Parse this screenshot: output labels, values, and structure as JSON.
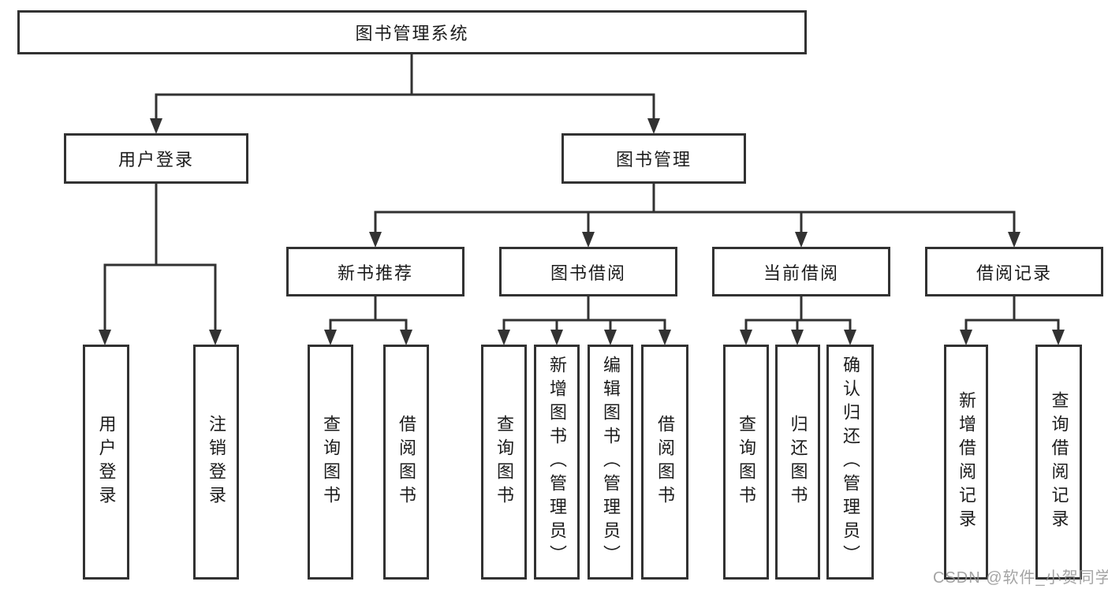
{
  "tree": {
    "root": {
      "label": "图书管理系统"
    },
    "branches": [
      {
        "label": "用户登录",
        "children": [
          {
            "label": "用户登录"
          },
          {
            "label": "注销登录"
          }
        ]
      },
      {
        "label": "图书管理",
        "children": [
          {
            "label": "新书推荐",
            "children": [
              {
                "label": "查询图书"
              },
              {
                "label": "借阅图书"
              }
            ]
          },
          {
            "label": "图书借阅",
            "children": [
              {
                "label": "查询图书"
              },
              {
                "label": "新增图书（管理员）"
              },
              {
                "label": "编辑图书（管理员）"
              },
              {
                "label": "借阅图书"
              }
            ]
          },
          {
            "label": "当前借阅",
            "children": [
              {
                "label": "查询图书"
              },
              {
                "label": "归还图书"
              },
              {
                "label": "确认归还（管理员）"
              }
            ]
          },
          {
            "label": "借阅记录",
            "children": [
              {
                "label": "新增借阅记录"
              },
              {
                "label": "查询借阅记录"
              }
            ]
          }
        ]
      }
    ]
  },
  "watermark": {
    "text": "CSDN @软件_小贺同学"
  },
  "colors": {
    "line": "#323232",
    "box_border": "#323232",
    "text": "#1c1c1c",
    "watermark": "#949494",
    "background": "#ffffff"
  }
}
